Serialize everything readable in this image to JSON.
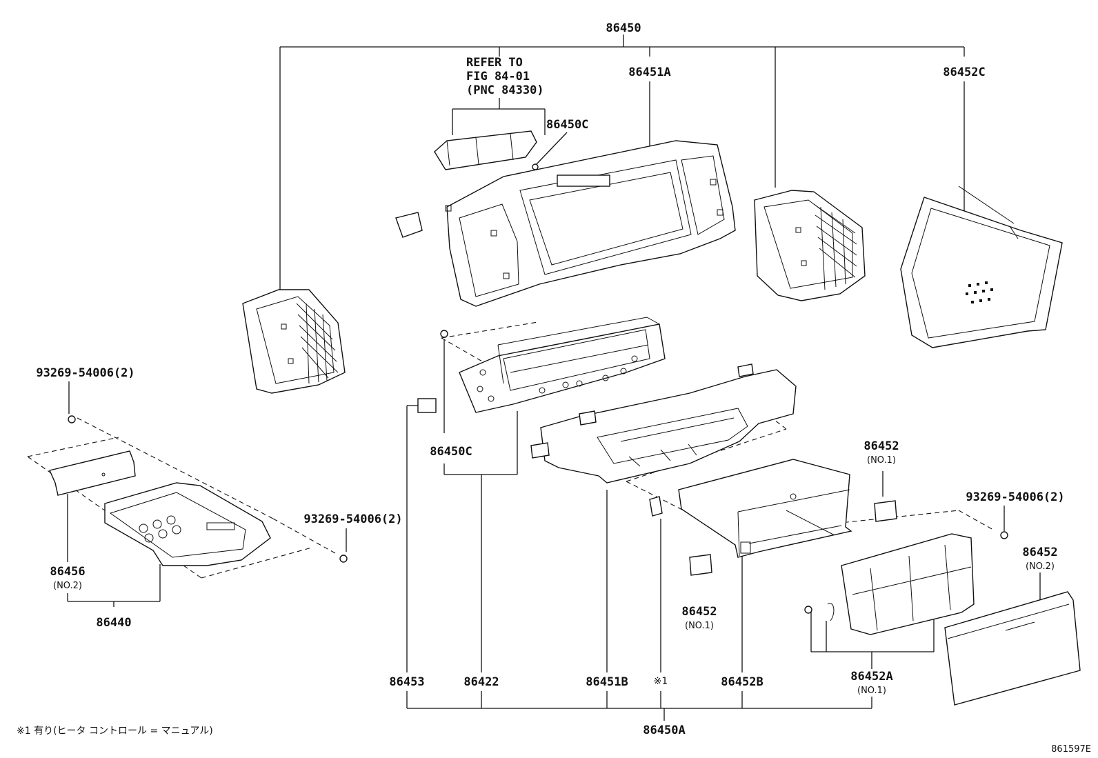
{
  "labels": {
    "p86450": "86450",
    "p86451A": "86451A",
    "p86452C": "86452C",
    "refer_line1": "REFER TO",
    "refer_line2": "FIG 84-01",
    "refer_line3": "(PNC 84330)",
    "p86450C_top": "86450C",
    "p86450C_mid": "86450C",
    "bolt_left": "93269-54006(2)",
    "bolt_mid": "93269-54006(2)",
    "bolt_right": "93269-54006(2)",
    "p86456": "86456",
    "p86456_sub": "(NO.2)",
    "p86440": "86440",
    "p86452_a": "86452",
    "p86452_a_sub": "(NO.1)",
    "p86452_b": "86452",
    "p86452_b_sub": "(NO.1)",
    "p86452_c": "86452",
    "p86452_c_sub": "(NO.2)",
    "p86453": "86453",
    "p86422": "86422",
    "p86451B": "86451B",
    "p_star1": "※1",
    "p86452B": "86452B",
    "p86452A": "86452A",
    "p86452A_sub": "(NO.1)",
    "p86450A": "86450A",
    "footnote": "※1 有り(ヒータ コントロール = マニュアル)",
    "fig_id": "861597E"
  }
}
